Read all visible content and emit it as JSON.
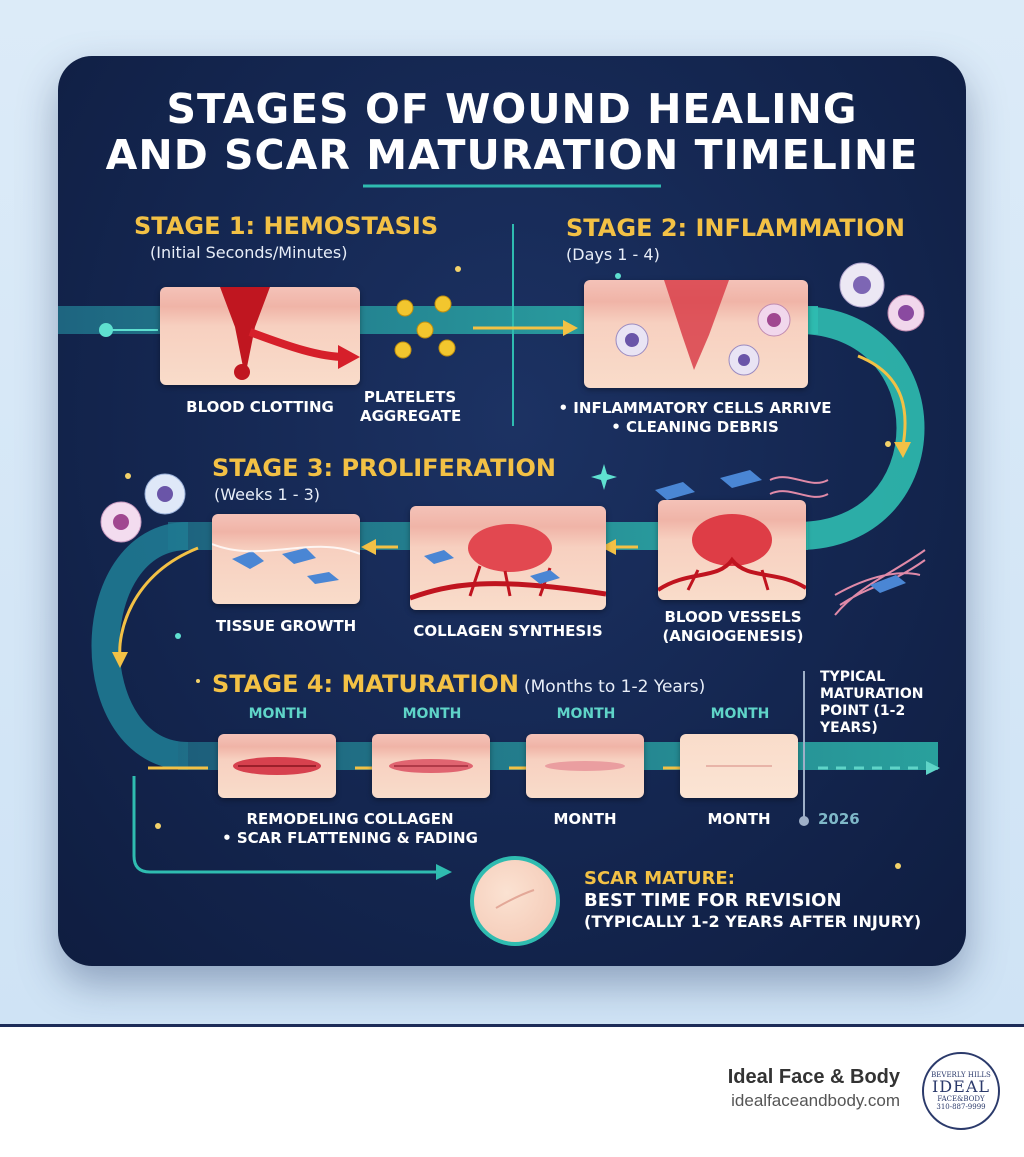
{
  "title_line1": "STAGES OF WOUND HEALING",
  "title_line2": "AND SCAR MATURATION TIMELINE",
  "stage1": {
    "title": "STAGE 1: HEMOSTASIS",
    "subtitle": "(Initial Seconds/Minutes)",
    "label1": "BLOOD CLOTTING",
    "label2_line1": "PLATELETS",
    "label2_line2": "AGGREGATE"
  },
  "stage2": {
    "title": "STAGE 2: INFLAMMATION",
    "subtitle": "(Days 1 - 4)",
    "bullet1": "• INFLAMMATORY CELLS ARRIVE",
    "bullet2": "• CLEANING DEBRIS"
  },
  "stage3": {
    "title": "STAGE 3: PROLIFERATION",
    "subtitle": "(Weeks 1 - 3)",
    "label1": "TISSUE GROWTH",
    "label2": "COLLAGEN SYNTHESIS",
    "label3_line1": "BLOOD VESSELS",
    "label3_line2": "(ANGIOGENESIS)"
  },
  "stage4": {
    "title": "STAGE 4: MATURATION",
    "subtitle": "(Months to 1-2 Years)",
    "months": [
      "MONTH",
      "MONTH",
      "MONTH",
      "MONTH"
    ],
    "label1_line1": "REMODELING COLLAGEN",
    "label1_line2": "• SCAR FLATTENING & FADING",
    "label2": "MONTH",
    "label3": "MONTH",
    "typical_line1": "TYPICAL",
    "typical_line2": "MATURATION",
    "typical_line3": "POINT (1-2",
    "typical_line4": "YEARS)",
    "year": "2026"
  },
  "final": {
    "line1": "SCAR MATURE:",
    "line2": "BEST TIME FOR REVISION",
    "line3": "(TYPICALLY 1-2 YEARS AFTER INJURY)"
  },
  "brand": {
    "name": "Ideal Face & Body",
    "url": "idealfaceandbody.com",
    "logo_top": "BEVERLY HILLS",
    "logo_main": "IDEAL",
    "logo_sub": "FACE&BODY",
    "logo_phone": "310-887-9999"
  },
  "colors": {
    "accent_gold": "#f3c145",
    "teal": "#2fbcb0",
    "navy": "#142650",
    "arrow_red": "#d61f2a"
  }
}
